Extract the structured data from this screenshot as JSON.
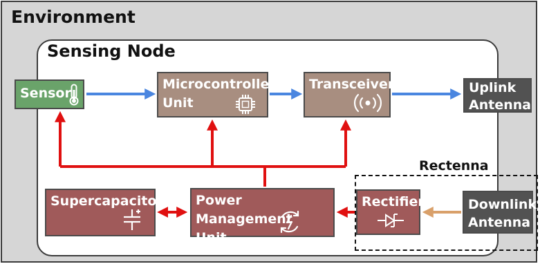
{
  "environment": {
    "title": "Environment"
  },
  "sensing_node": {
    "title": "Sensing Node"
  },
  "rectenna": {
    "title": "Rectenna"
  },
  "blocks": {
    "sensor": "Sensor",
    "mcu_line1": "Microcontroller",
    "mcu_line2": "Unit",
    "transceiver": "Transceiver",
    "uplink_line1": "Uplink",
    "uplink_line2": "Antenna",
    "supercapacitor": "Supercapacitor",
    "pmu_line1": "Power Management",
    "pmu_line2": "Unit",
    "rectifier": "Rectifier",
    "downlink_line1": "Downlink",
    "downlink_line2": "Antenna"
  },
  "colors": {
    "data_flow": "#4a86e0",
    "power_flow": "#e01010",
    "rf_flow": "#d9a06a",
    "sensor_fill": "#6aa36a",
    "processing_fill": "#a88e80",
    "power_fill": "#a05a5a",
    "antenna_fill": "#525252"
  },
  "icons": {
    "sensor": "thermometer-icon",
    "mcu": "chip-icon",
    "transceiver": "wireless-signal-icon",
    "supercapacitor": "capacitor-icon",
    "pmu": "power-cycle-icon",
    "rectifier": "diode-icon"
  }
}
